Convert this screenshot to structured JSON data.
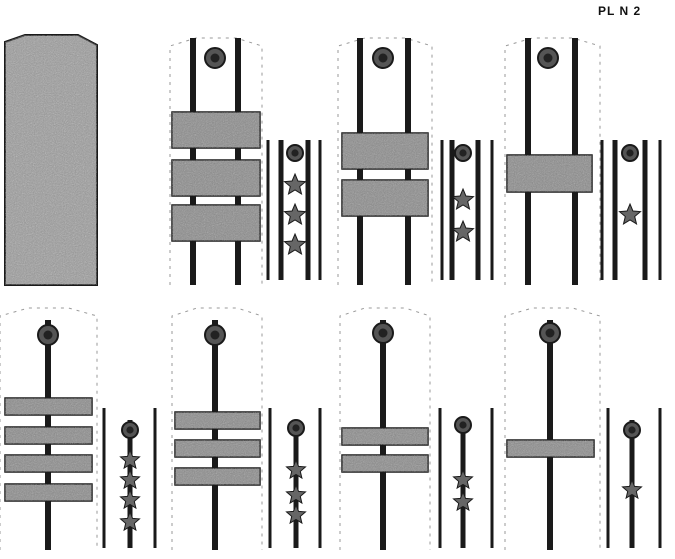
{
  "plate_label": "PL N 2",
  "colors": {
    "ink": "#1a1a1a",
    "texture": "#8a8a8a",
    "board_fill": "#ffffff"
  },
  "top_row": [
    {
      "type": "plain-textured-board"
    },
    {
      "type": "double-bar",
      "stripes": 3,
      "stars": 3
    },
    {
      "type": "double-bar",
      "stripes": 2,
      "stars": 2
    },
    {
      "type": "double-bar",
      "stripes": 1,
      "stars": 1
    }
  ],
  "bottom_row": [
    {
      "type": "single-bar",
      "stripes": 4,
      "stars": 4
    },
    {
      "type": "single-bar",
      "stripes": 3,
      "stars": 3
    },
    {
      "type": "single-bar",
      "stripes": 2,
      "stars": 2
    },
    {
      "type": "single-bar",
      "stripes": 1,
      "stars": 1
    }
  ]
}
